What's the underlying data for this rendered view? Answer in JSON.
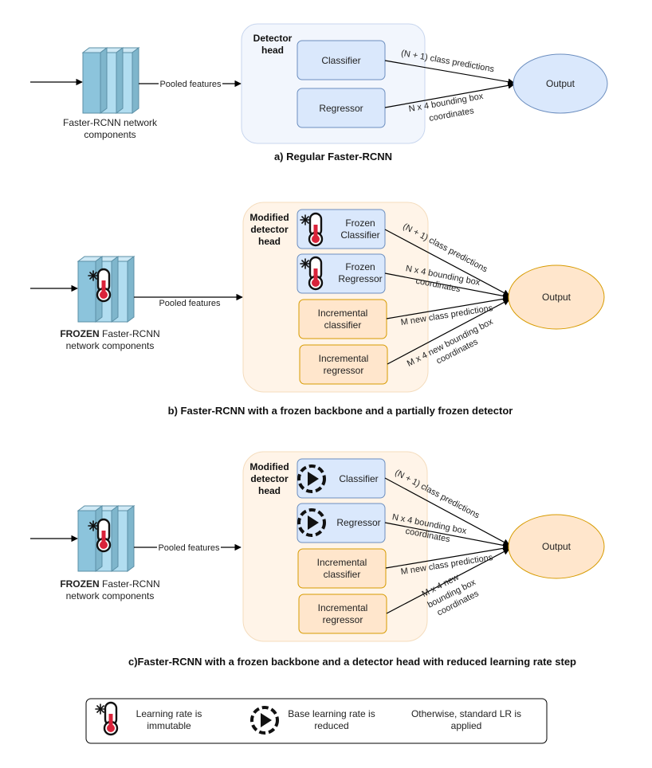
{
  "panel_a": {
    "backbone_caption": [
      "Faster-RCNN network",
      "components"
    ],
    "pooled_label": "Pooled features",
    "head_title": [
      "Detector",
      "head"
    ],
    "classifier": "Classifier",
    "regressor": "Regressor",
    "cls_edge": "(N + 1) class predictions",
    "reg_edge": [
      "N x 4 bounding box",
      "coordinates"
    ],
    "output": "Output",
    "caption": "a) Regular Faster-RCNN"
  },
  "panel_b": {
    "backbone_caption_bold": "FROZEN",
    "backbone_caption_rest": " Faster-RCNN",
    "backbone_caption_line2": "network components",
    "pooled_label": "Pooled features",
    "head_title": [
      "Modified",
      "detector",
      "head"
    ],
    "frozen_classifier": [
      "Frozen",
      "Classifier"
    ],
    "frozen_regressor": [
      "Frozen",
      "Regressor"
    ],
    "inc_classifier": [
      "Incremental",
      "classifier"
    ],
    "inc_regressor": [
      "Incremental",
      "regressor"
    ],
    "cls_edge": "(N + 1) class predictions",
    "reg_edge": [
      "N x 4 bounding box",
      "coordinates"
    ],
    "new_cls_edge": "M new class predictions",
    "new_reg_edge": [
      "M x 4 new bounding box",
      "coordinates"
    ],
    "output": "Output",
    "caption": "b) Faster-RCNN with a frozen backbone and a partially frozen detector"
  },
  "panel_c": {
    "backbone_caption_bold": "FROZEN",
    "backbone_caption_rest": " Faster-RCNN",
    "backbone_caption_line2": "network components",
    "pooled_label": "Pooled features",
    "head_title": [
      "Modified",
      "detector",
      "head"
    ],
    "classifier": "Classifier",
    "regressor": "Regressor",
    "inc_classifier": [
      "Incremental",
      "classifier"
    ],
    "inc_regressor": [
      "Incremental",
      "regressor"
    ],
    "cls_edge": "(N + 1) class predictions",
    "reg_edge": [
      "N x 4 bounding box",
      "coordinates"
    ],
    "new_cls_edge": "M new class predictions",
    "new_reg_edge": [
      "M x 4 new",
      "bounding box",
      "coordinates"
    ],
    "output": "Output",
    "caption": "c)Faster-RCNN with a frozen backbone and a detector head with reduced learning rate step"
  },
  "legend": {
    "immutable": [
      "Learning rate is",
      "immutable"
    ],
    "reduced": [
      "Base learning rate is",
      "reduced"
    ],
    "standard": [
      "Otherwise, standard LR is",
      "applied"
    ]
  },
  "colors": {
    "blue_fill": "#dae8fc",
    "blue_stroke": "#6c8ebf",
    "orange_fill": "#ffe6cc",
    "orange_stroke": "#d79b00",
    "head_blue_fill": "#f2f6fd",
    "head_orange_fill": "#fff4e8",
    "cube_front": "#b1ddf0",
    "cube_side": "#7fb6cc",
    "thermo_red": "#d9233a"
  }
}
